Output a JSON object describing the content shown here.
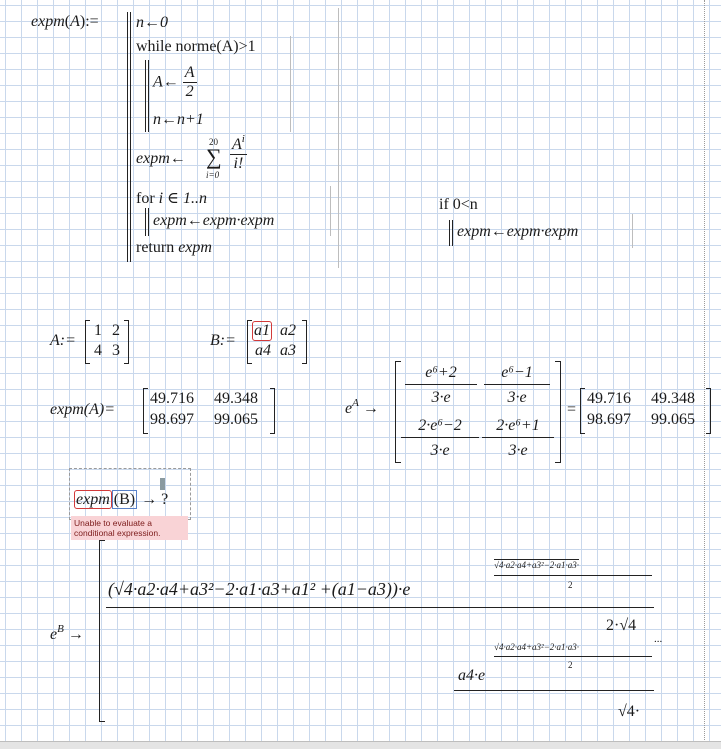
{
  "definition": {
    "fn_name": "expm",
    "arg": "A",
    "assign": ":=",
    "line1": "n←0",
    "while_kw": "while",
    "while_cond": "norme(A)>1",
    "body_A_lhs": "A←",
    "body_A_num": "A",
    "body_A_den": "2",
    "body_n": "n←n+1",
    "sum_lhs": "expm←",
    "sum_upper": "20",
    "sum_lower": "i=0",
    "sum_num": "A",
    "sum_num_sup": "i",
    "sum_den": "i!",
    "for_kw": "for",
    "for_rest": "i ∈ 1..n",
    "for_body": "expm←expm·expm",
    "return_kw": "return",
    "return_val": "expm"
  },
  "side_snippet": {
    "if_text": "if 0<n",
    "body": "expm←expm·expm"
  },
  "matrices": {
    "A_label": "A:=",
    "A": [
      [
        "1",
        "2"
      ],
      [
        "4",
        "3"
      ]
    ],
    "B_label": "B:=",
    "B": [
      [
        "a1",
        "a2"
      ],
      [
        "a4",
        "a3"
      ]
    ]
  },
  "expmA": {
    "label": "expm(A)=",
    "values": [
      [
        "49.716",
        "49.348"
      ],
      [
        "98.697",
        "99.065"
      ]
    ]
  },
  "eA": {
    "base": "e",
    "exp": "A",
    "arrow": "→",
    "m11_num": "e⁶+2",
    "m11_den": "3·e",
    "m12_num": "e⁶−1",
    "m12_den": "3·e",
    "m21_num": "2·e⁶−2",
    "m21_den": "3·e",
    "m22_num": "2·e⁶+1",
    "m22_den": "3·e",
    "equals": "=",
    "values": [
      [
        "49.716",
        "49.348"
      ],
      [
        "98.697",
        "99.065"
      ]
    ]
  },
  "expmB": {
    "fn": "expm",
    "arg": "(B)",
    "arrow": "→ ?",
    "error": "Unable to evaluate a conditional expression."
  },
  "eB": {
    "base": "e",
    "exp": "B",
    "arrow": "→",
    "main_numer": "(√4·a2·a4+a3²−2·a1·a3+a1² +(a1−a3))·e",
    "exp_top": "√4·a2·a4+a3²−2·a1·a3·",
    "exp_top_den": "2",
    "main_den": "2·√4",
    "lower_lhs": "a4·e",
    "lower_exp": "√4·a2·a4+a3²−2·a1·a3·",
    "lower_exp_den": "2",
    "ellipsis": "...",
    "lower_den": "√4·"
  }
}
